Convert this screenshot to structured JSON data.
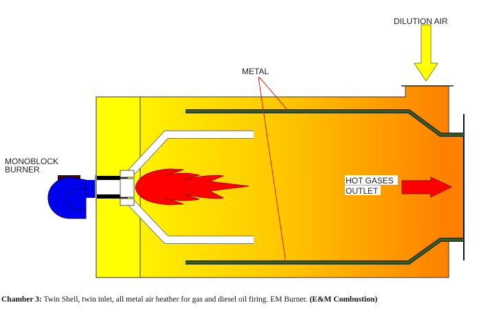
{
  "labels": {
    "dilution_air": "DILUTION AIR",
    "metal": "METAL",
    "burner_line1": "MONOBLOCK",
    "burner_line2": "BURNER",
    "outlet_line1": "HOT GASES",
    "outlet_line2": "OUTLET"
  },
  "caption": {
    "bold_prefix": "Chamber 3:",
    "text": " Twin Shell, twin inlet, all metal air heather for gas and diesel oil firing. EM Burner. ",
    "bold_suffix": "(E&M Combustion)"
  },
  "colors": {
    "chamber_start": "#ffff00",
    "chamber_end": "#ff8000",
    "metal_shell": "#2f4a1f",
    "flame": "#ff0000",
    "burner": "#0000ee",
    "leader": "#cc2200"
  }
}
